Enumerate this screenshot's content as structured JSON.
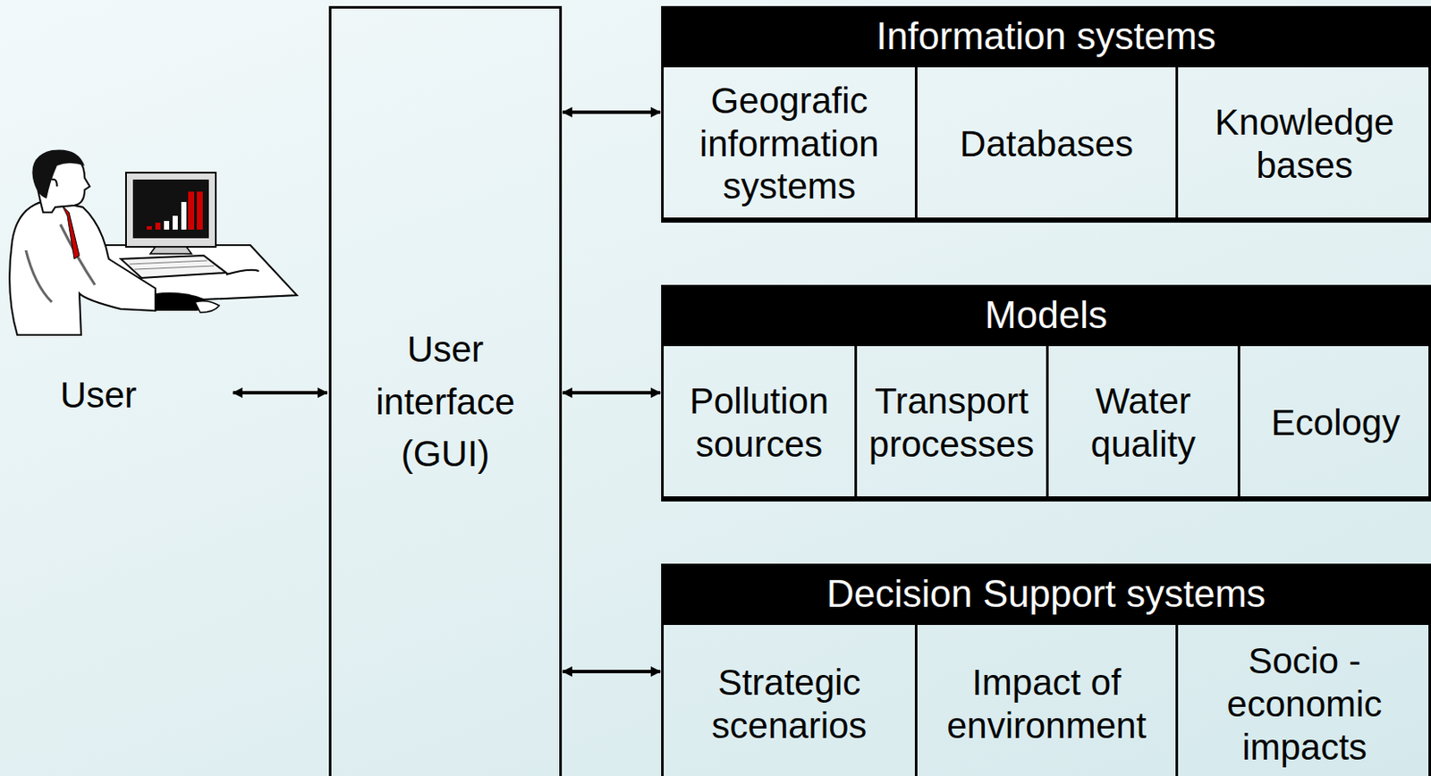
{
  "diagram": {
    "nodes": [
      {
        "text": [
          "User interface (GUI)"
        ]
      },
      {
        "text": [
          "Information systems"
        ]
      },
      {
        "text": [
          "Geografic information systems"
        ],
        "in": 1
      },
      {
        "text": [
          "Databases"
        ],
        "in": 1
      },
      {
        "text": [
          "Knowledge bases"
        ],
        "in": 1
      },
      {
        "text": [
          "Models"
        ]
      },
      {
        "text": [
          "Pollution sources"
        ],
        "in": 5
      },
      {
        "text": [
          "Transport processes"
        ],
        "in": 5
      },
      {
        "text": [
          "Water quality"
        ],
        "in": 5
      },
      {
        "text": [
          "Ecology"
        ],
        "in": 5
      },
      {
        "text": [
          "Decision Support systems"
        ]
      },
      {
        "text": [
          "Strategic scenarios"
        ],
        "in": 10
      },
      {
        "text": [
          "Impact of environment"
        ],
        "in": 10
      },
      {
        "text": [
          "Socio - economic impacts"
        ],
        "in": 10
      }
    ],
    "edges": [
      {
        "from": 0,
        "to": 1,
        "arrow": "both"
      },
      {
        "from": 0,
        "to": 5,
        "arrow": "both"
      },
      {
        "from": 0,
        "to": 10,
        "arrow": "both"
      }
    ],
    "labels": [
      "User"
    ]
  }
}
